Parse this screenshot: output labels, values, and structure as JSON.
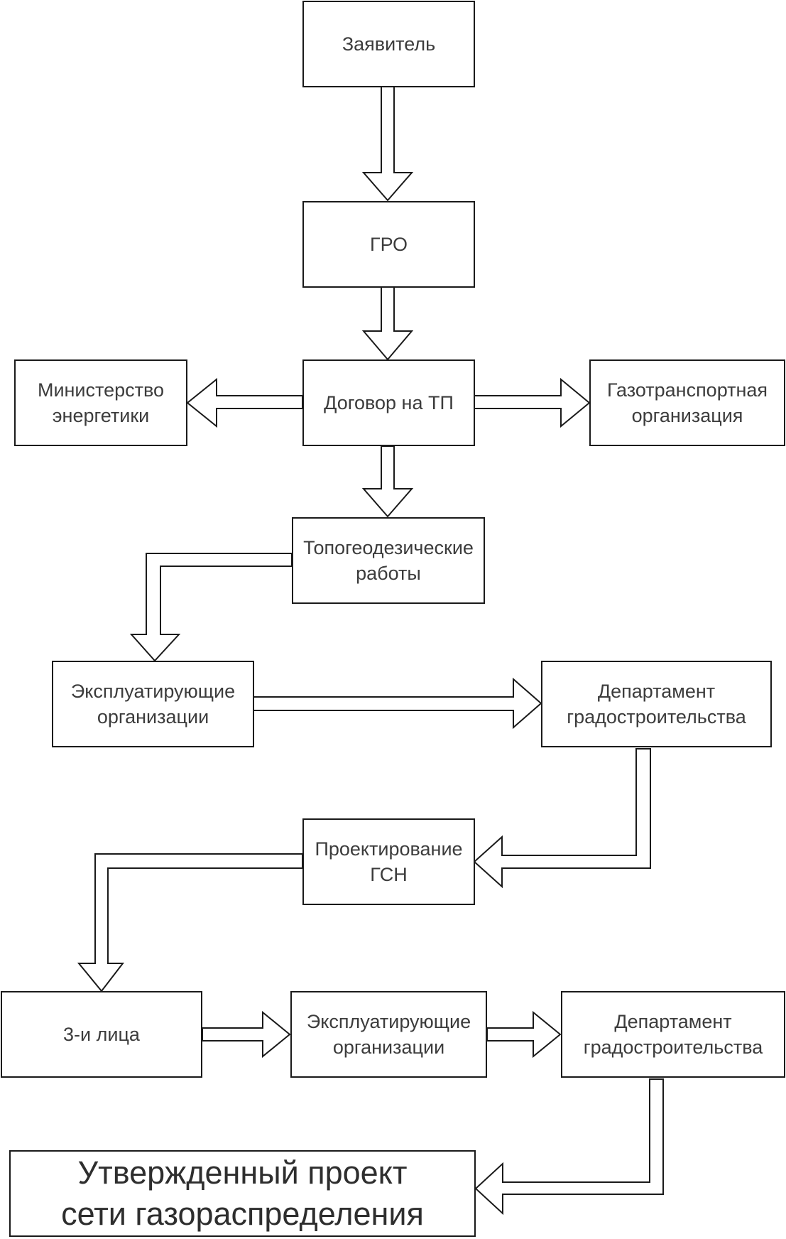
{
  "nodes": {
    "applicant": "Заявитель",
    "gro": "ГРО",
    "contract": "Договор на ТП",
    "ministry": "Министерство\nэнергетики",
    "gas_transport": "Газотранспортная\nорганизация",
    "survey": "Топогеодезические\nработы",
    "operators_1": "Эксплуатирующие\nорганизации",
    "urban_dept_1": "Департамент\nградостроительства",
    "design": "Проектирование\nГСН",
    "third_parties": "3-и лица",
    "operators_2": "Эксплуатирующие\nорганизации",
    "urban_dept_2": "Департамент\nградостроительства",
    "approved_project": "Утвержденный проект\nсети газораспределения"
  },
  "colors": {
    "stroke": "#1a1a1a",
    "text": "#3c3c3c",
    "background": "#ffffff"
  }
}
